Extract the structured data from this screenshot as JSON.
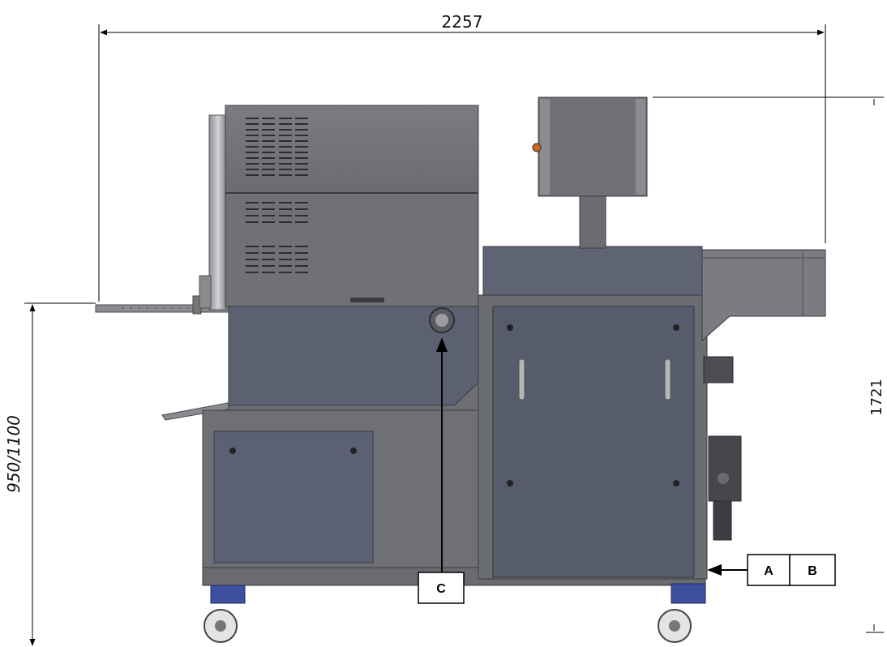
{
  "dimensions": {
    "width": "2257",
    "height": "1721",
    "table_height": "950/1100"
  },
  "callouts": {
    "a": "A",
    "b": "B",
    "c": "C"
  },
  "colors": {
    "frame": "#6e6e73",
    "panel": "#5d6373",
    "door": "#575c6c",
    "steel": "#a6a6a8",
    "caster": "#3f4fa0",
    "line": "#000000"
  }
}
